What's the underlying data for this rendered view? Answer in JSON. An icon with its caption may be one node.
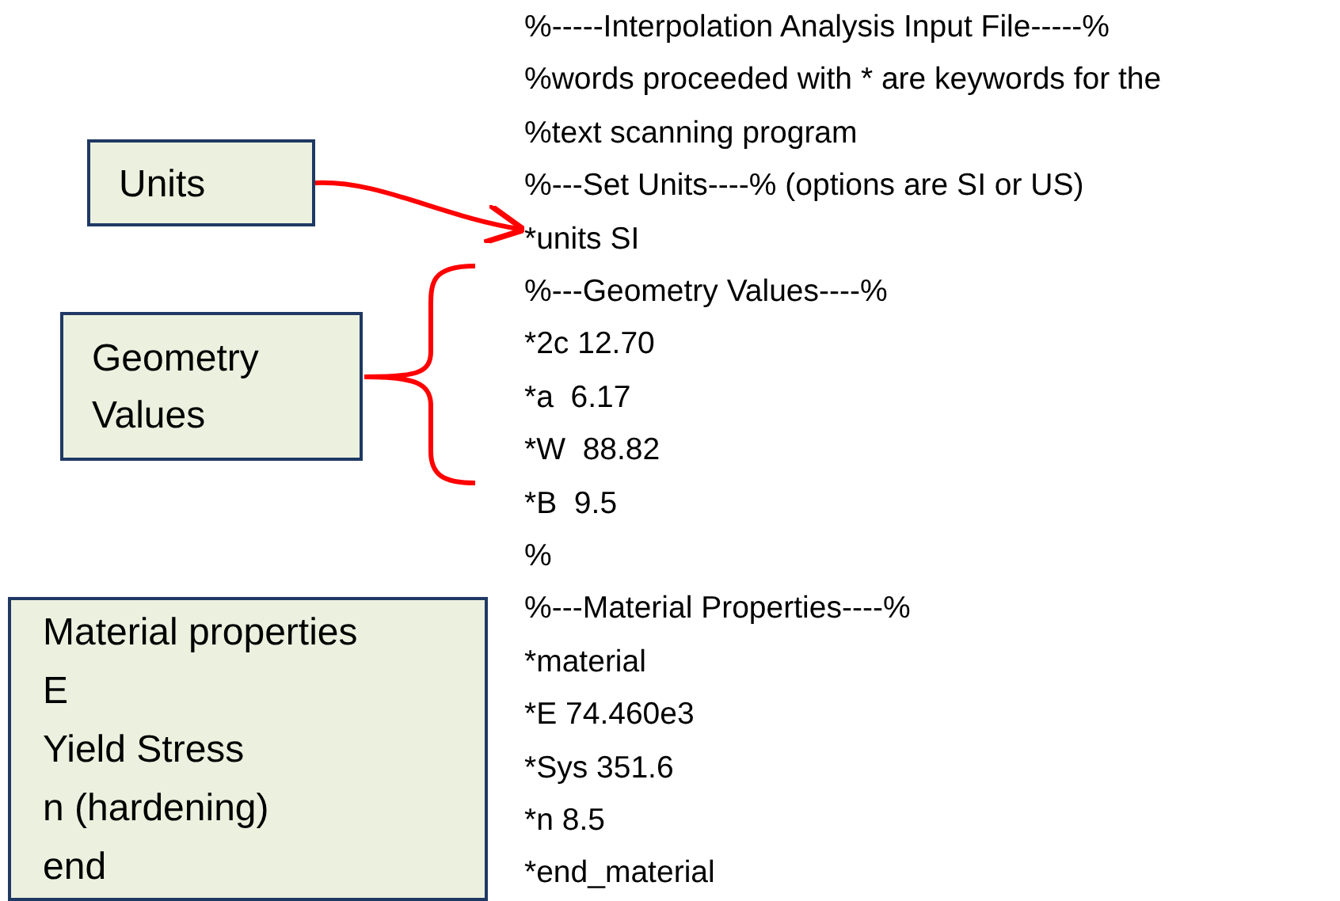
{
  "diagram": {
    "nodes": [
      {
        "text": [
          "Units"
        ]
      },
      {
        "text": [
          "*units SI"
        ]
      },
      {
        "text": [
          "Geometry Values"
        ]
      },
      {
        "text": [
          "Material properties",
          "E",
          "Yield Stress",
          "n (hardening)",
          "end"
        ]
      }
    ],
    "edges": [
      {
        "from": 0,
        "to": 1,
        "arrow": "to",
        "color": "#ff0000"
      }
    ],
    "labels": [
      "%-----Interpolation Analysis Input File-----%",
      "%words proceeded with * are keywords for the",
      "%text scanning program",
      "%---Set Units----% (options are SI or US)",
      "%---Geometry Values----%",
      "*2c 12.70",
      "*a  6.17",
      "*W  88.82",
      "*B  9.5",
      "%",
      "%---Material Properties----%",
      "*material",
      "*E 74.460e3",
      "*Sys 351.6",
      "*n 8.5",
      "*end_material"
    ]
  }
}
